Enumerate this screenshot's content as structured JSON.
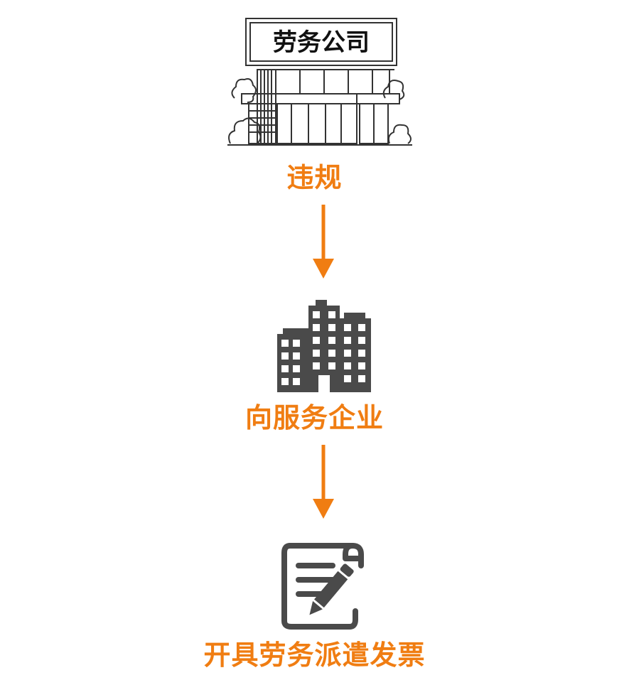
{
  "colors": {
    "accent": "#f07d12",
    "icon": "#4a4a4a",
    "line": "#333333"
  },
  "icons": {
    "top": "storefront-building-icon",
    "middle": "office-towers-icon",
    "bottom": "document-pen-icon"
  },
  "diagram": {
    "sign_text": "劳务公司",
    "steps": [
      {
        "label": "违规"
      },
      {
        "label": "向服务企业"
      },
      {
        "label": "开具劳务派遣发票"
      }
    ]
  }
}
